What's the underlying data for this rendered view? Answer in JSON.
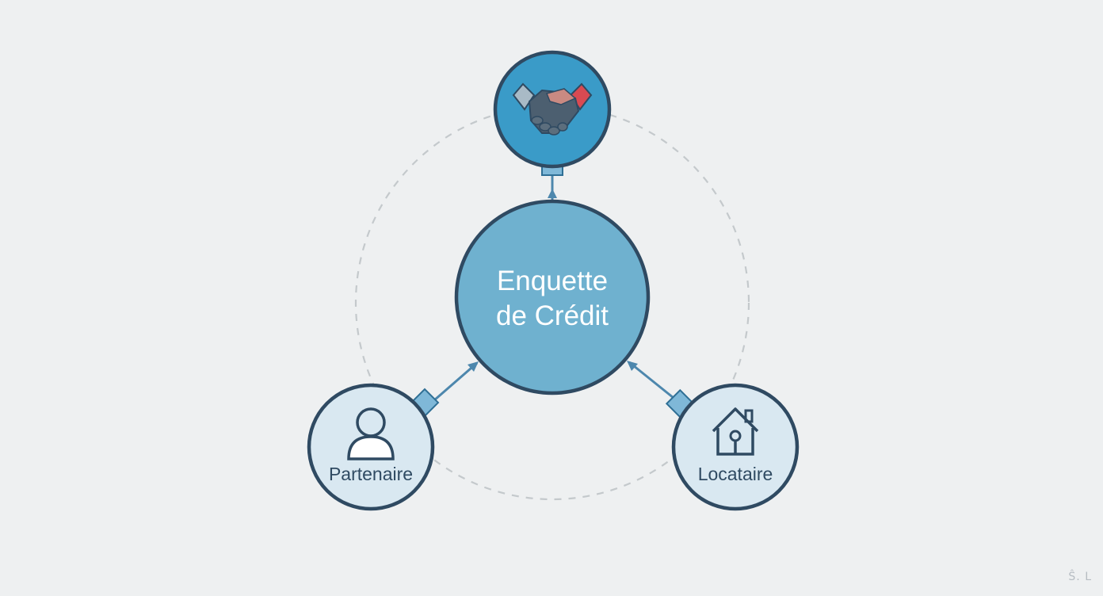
{
  "diagram": {
    "center": {
      "line1": "Enquette",
      "line2": "de Crédit"
    },
    "top_node": {
      "icon": "handshake-icon"
    },
    "left_node": {
      "label": "Partenaire",
      "icon": "person-icon"
    },
    "right_node": {
      "label": "Locataire",
      "icon": "house-icon"
    }
  },
  "watermark": "Ŝ. L",
  "colors": {
    "background": "#eef0f1",
    "center_fill": "#6fb1cf",
    "top_fill": "#3a9bc8",
    "side_fill": "#d9e8f1",
    "stroke": "#2f4a62",
    "connector": "#4d87ad",
    "dashed_ring": "#c4c9cc"
  }
}
